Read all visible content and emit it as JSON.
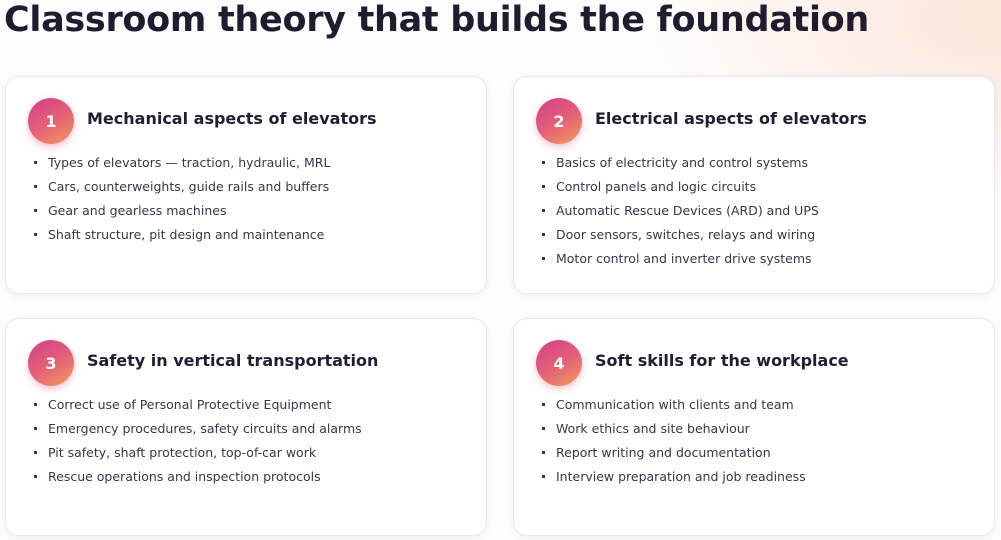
{
  "page": {
    "title": "Classroom theory that builds the foundation"
  },
  "colors": {
    "badge_gradient_start": "#d23f8b",
    "badge_gradient_end": "#f49a5d",
    "heading": "#211b30",
    "body_text": "#3a3548"
  },
  "cards": [
    {
      "number": "1",
      "title": "Mechanical aspects of elevators",
      "items": [
        "Types of elevators — traction, hydraulic, MRL",
        "Cars, counterweights, guide rails and buffers",
        "Gear and gearless machines",
        "Shaft structure, pit design and maintenance"
      ]
    },
    {
      "number": "2",
      "title": "Electrical aspects of elevators",
      "items": [
        "Basics of electricity and control systems",
        "Control panels and logic circuits",
        "Automatic Rescue Devices (ARD) and UPS",
        "Door sensors, switches, relays and wiring",
        "Motor control and inverter drive systems"
      ]
    },
    {
      "number": "3",
      "title": "Safety in vertical transportation",
      "items": [
        "Correct use of Personal Protective Equipment",
        "Emergency procedures, safety circuits and alarms",
        "Pit safety, shaft protection, top-of-car work",
        "Rescue operations and inspection protocols"
      ]
    },
    {
      "number": "4",
      "title": "Soft skills for the workplace",
      "items": [
        "Communication with clients and team",
        "Work ethics and site behaviour",
        "Report writing and documentation",
        "Interview preparation and job readiness"
      ]
    }
  ]
}
